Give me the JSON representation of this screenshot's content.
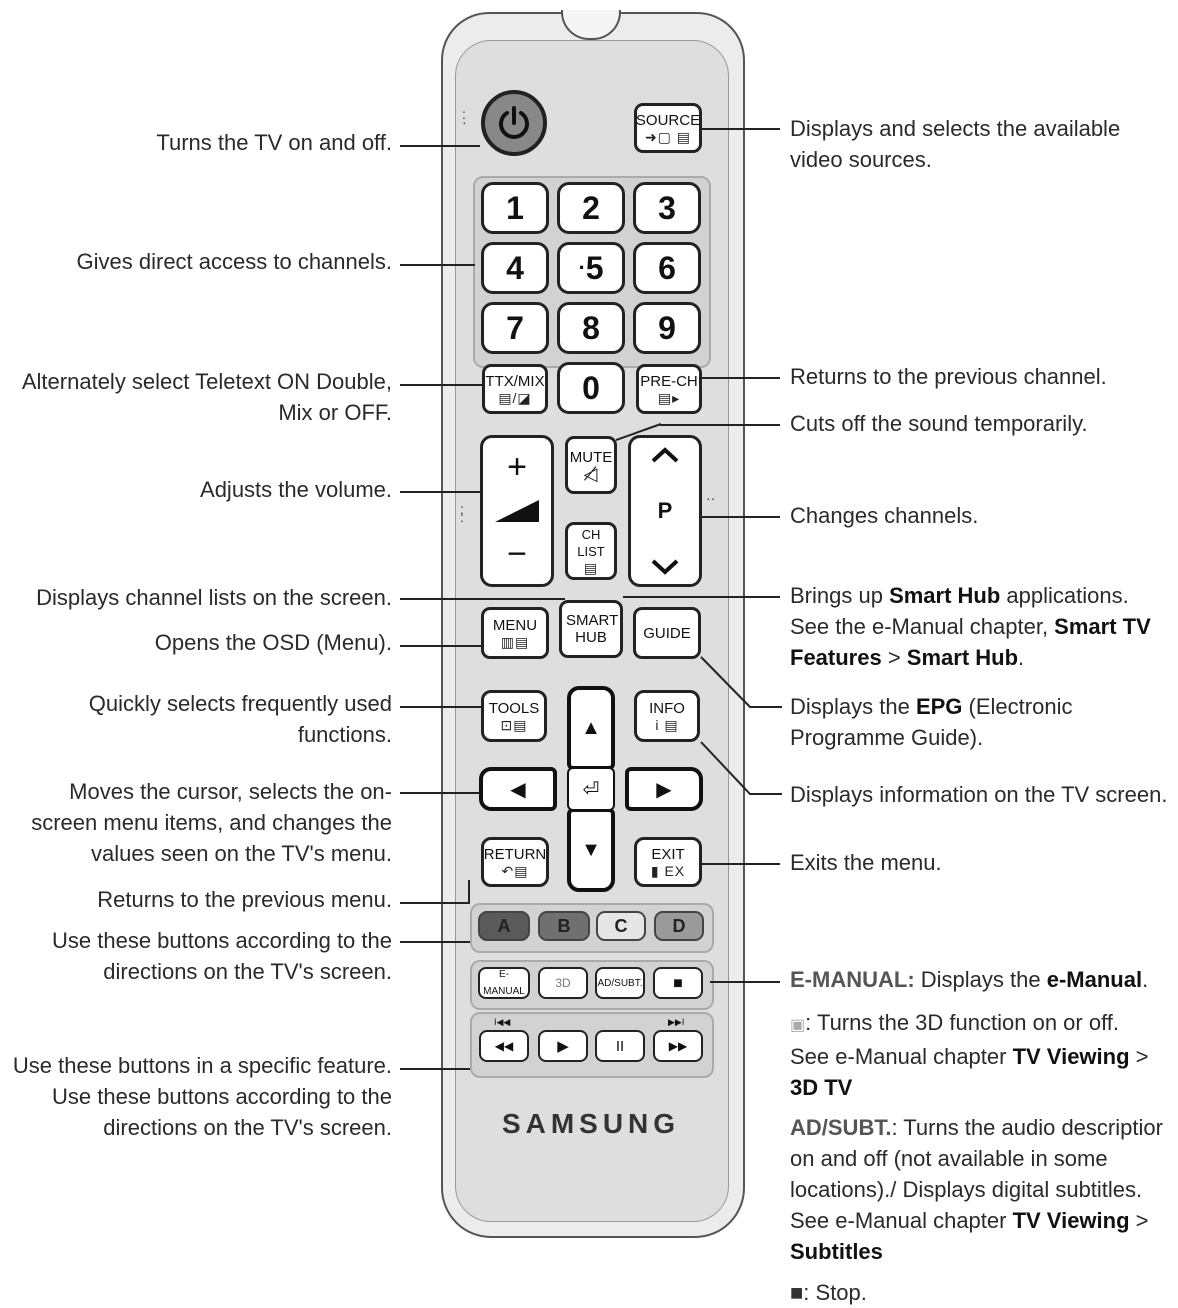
{
  "remote": {
    "source": {
      "label": "SOURCE",
      "icon": "➜▢ ▤"
    },
    "numbers": [
      "1",
      "2",
      "3",
      "4",
      "5",
      "6",
      "7",
      "8",
      "9",
      "0"
    ],
    "five_dot": "·",
    "ttx": {
      "label": "TTX/MIX",
      "icon": "▤/◪"
    },
    "prech": {
      "label": "PRE-CH",
      "icon": "▤▸"
    },
    "mute": {
      "label": "MUTE",
      "icon": "◁̸"
    },
    "chlist": {
      "label": "CH LIST",
      "icon": "▤"
    },
    "vol": {
      "plus": "+",
      "minus": "−"
    },
    "ch": {
      "label": "P",
      "up": "^",
      "down": "v"
    },
    "menu": {
      "label": "MENU",
      "icon": "▥▤"
    },
    "smarthub": {
      "label": "SMART HUB"
    },
    "guide": {
      "label": "GUIDE"
    },
    "tools": {
      "label": "TOOLS",
      "icon": "⊡▤"
    },
    "info": {
      "label": "INFO",
      "icon": "i ▤"
    },
    "nav": {
      "up": "▲",
      "down": "▼",
      "left": "◀",
      "right": "▶",
      "enter": "⏎"
    },
    "return": {
      "label": "RETURN",
      "icon": "↶▤"
    },
    "exit": {
      "label": "EXIT",
      "icon": "▮ EX"
    },
    "colors": {
      "a": "A",
      "b": "B",
      "c": "C",
      "d": "D"
    },
    "color_values": {
      "a": "#5a5a5a",
      "b": "#707070",
      "c": "#e6e6e6",
      "d": "#9a9a9a"
    },
    "emanual": {
      "label": "E-MANUAL"
    },
    "threed": {
      "icon": "3D"
    },
    "adsubt": {
      "label": "AD/SUBT."
    },
    "stop": {
      "icon": "■"
    },
    "media": {
      "rew": "◀◀",
      "play": "▶",
      "pause": "II",
      "ff": "▶▶",
      "prev": "I◀◀",
      "next": "▶▶I"
    },
    "brand": "SAMSUNG"
  },
  "left_labels": {
    "power": "Turns the TV on and off.",
    "numbers": "Gives direct access to channels.",
    "ttx_1": "Alternately select Teletext ON Double,",
    "ttx_2": "Mix or OFF.",
    "volume": "Adjusts the volume.",
    "chlist": "Displays channel lists on the screen.",
    "menu": "Opens the OSD (Menu).",
    "tools_1": "Quickly selects frequently used",
    "tools_2": "functions.",
    "cursor_1": "Moves the cursor, selects the on-",
    "cursor_2": "screen menu items, and changes the",
    "cursor_3": "values seen on the TV's menu.",
    "return": "Returns to the previous menu.",
    "colors_1": "Use these buttons according to the",
    "colors_2": "directions on the TV's screen.",
    "media_1": "Use these buttons in a specific feature.",
    "media_2": "Use these buttons according to the",
    "media_3": "directions on the TV's screen."
  },
  "right_labels": {
    "source_1": "Displays and selects the available",
    "source_2": "video sources.",
    "prech": "Returns to the previous channel.",
    "mute": "Cuts off the sound temporarily.",
    "channels": "Changes channels.",
    "smart_a": "Brings up ",
    "smart_b": "Smart Hub",
    "smart_c": " applications.",
    "smart_d": "See the e-Manual chapter, ",
    "smart_e": "Smart TV",
    "smart_f": "Features",
    "smart_g": " > ",
    "smart_h": "Smart Hub",
    "smart_i": ".",
    "epg_a": "Displays the ",
    "epg_b": "EPG",
    "epg_c": " (Electronic",
    "epg_d": "Programme Guide).",
    "info": "Displays information on the TV screen.",
    "exit": "Exits the menu.",
    "em_a": "E-MANUAL:",
    "em_b": " Displays the ",
    "em_c": "e-Manual",
    "em_d": ".",
    "td_a": ": Turns the 3D function on or off.",
    "td_b": "See e-Manual chapter ",
    "td_c": "TV Viewing",
    "td_d": " >",
    "td_e": "3D TV",
    "ad_a": "AD/SUBT.",
    "ad_b": ": Turns the audio descriptior",
    "ad_c": "on and off (not available in some",
    "ad_d": "locations)./ Displays digital subtitles.",
    "ad_e": "See e-Manual chapter ",
    "ad_f": "TV Viewing",
    "ad_g": " >",
    "ad_h": "Subtitles",
    "stop_a": "■",
    "stop_b": ": Stop."
  }
}
